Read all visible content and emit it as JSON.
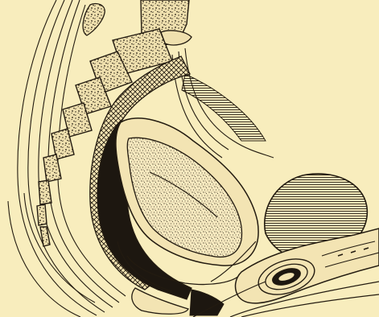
{
  "illustration": {
    "palette": {
      "paper": "#f8edbd",
      "ink": "#231b10",
      "tissue": "#f3e4b3",
      "dark_tissue": "#1d1710"
    },
    "structures": [
      {
        "id": "spine",
        "icon": "vertebral-column-icon"
      },
      {
        "id": "sacrum",
        "icon": "sacrum-icon"
      },
      {
        "id": "rectum",
        "icon": "rectum-icon"
      },
      {
        "id": "uterus",
        "icon": "uterus-icon"
      },
      {
        "id": "bladder",
        "icon": "bladder-icon"
      },
      {
        "id": "pubis",
        "icon": "pubic-bone-icon"
      },
      {
        "id": "vagina",
        "icon": "vaginal-canal-icon"
      },
      {
        "id": "pelvic-floor",
        "icon": "pelvic-floor-icon"
      }
    ]
  }
}
